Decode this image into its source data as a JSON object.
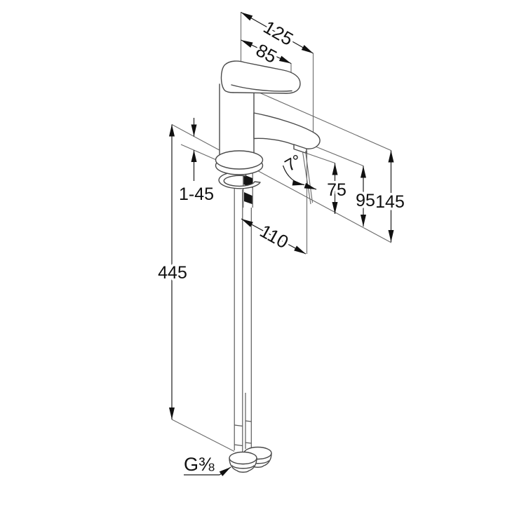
{
  "drawing": {
    "type": "technical-dimension-drawing",
    "subject": "single-lever basin mixer faucet with supply pipes",
    "background_color": "#ffffff",
    "line_color": "#4a4a4a",
    "dimension_color": "#1c1c1c",
    "text_color": "#111111"
  },
  "labels": {
    "reach_overall": "125",
    "reach_handle": "85",
    "stream_angle": "7°",
    "height_outlet": "75",
    "height_spout": "95",
    "height_total": "145",
    "mounting_thickness": "1-45",
    "spout_projection": "110",
    "supply_pipe_length": "445",
    "connection_thread": "G⅜"
  }
}
